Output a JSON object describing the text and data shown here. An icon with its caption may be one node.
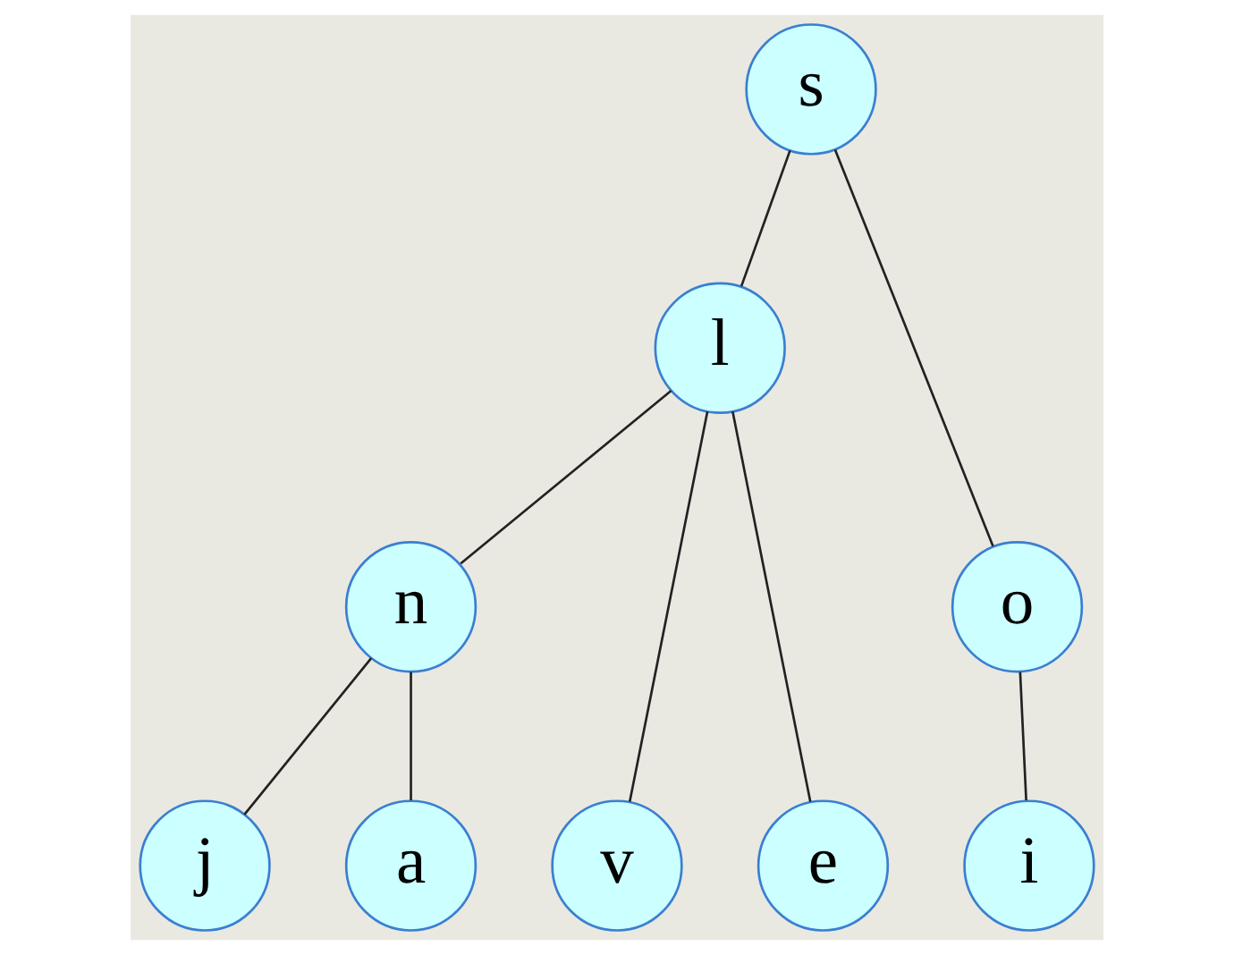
{
  "diagram": {
    "nodes": [
      {
        "text": [
          "s"
        ]
      },
      {
        "text": [
          "l"
        ]
      },
      {
        "text": [
          "n"
        ]
      },
      {
        "text": [
          "o"
        ]
      },
      {
        "text": [
          "v"
        ]
      },
      {
        "text": [
          "e"
        ]
      },
      {
        "text": [
          "j"
        ]
      },
      {
        "text": [
          "a"
        ]
      },
      {
        "text": [
          "i"
        ]
      }
    ],
    "edges": [
      {
        "from": 0,
        "to": 1,
        "arrow": "none"
      },
      {
        "from": 0,
        "to": 3,
        "arrow": "none"
      },
      {
        "from": 1,
        "to": 4,
        "arrow": "none"
      },
      {
        "from": 1,
        "to": 5,
        "arrow": "none"
      },
      {
        "from": 1,
        "to": 2,
        "arrow": "none"
      },
      {
        "from": 2,
        "to": 6,
        "arrow": "none"
      },
      {
        "from": 2,
        "to": 7,
        "arrow": "none"
      },
      {
        "from": 3,
        "to": 8,
        "arrow": "none"
      }
    ]
  }
}
